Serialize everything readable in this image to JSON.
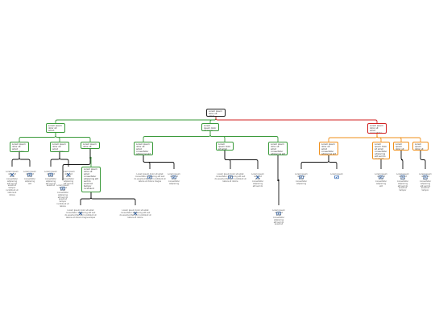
{
  "colors": {
    "root": "#222222",
    "green": "#3a9a3a",
    "red": "#d02020",
    "orange": "#ef8f1a",
    "dark": "#111111",
    "icon": "#2a63b0"
  },
  "tree": {
    "root": {
      "label": "Lorem ipsum dolor sit amet consectetur",
      "color": "root",
      "icon": "note-icon"
    },
    "branches": [
      {
        "id": "b1",
        "label": "Lorem ipsum dolor sit amet, consectetur adipiscing elit",
        "color": "green"
      },
      {
        "id": "b2",
        "label": "Lorem ipsum dolor sit amet consectetur",
        "color": "green"
      },
      {
        "id": "b3",
        "label": "Lorem ipsum dolor sit amet consectetur adipiscing elit sed do",
        "color": "red"
      }
    ],
    "subnodes": [
      {
        "id": "s1",
        "parent": "b1",
        "label": "Lorem ipsum dolor sit amet consectetur adipiscing",
        "color": "green"
      },
      {
        "id": "s2",
        "parent": "b1",
        "label": "Lorem ipsum dolor sit amet consectetur adipiscing elit sed",
        "color": "green"
      },
      {
        "id": "s3",
        "parent": "b1",
        "label": "Lorem ipsum dolor sit amet",
        "color": "green"
      },
      {
        "id": "s4",
        "parent": "b2",
        "label": "Lorem ipsum dolor sit amet consectetur adipiscing elit sed do eiusmod",
        "color": "green"
      },
      {
        "id": "s5",
        "parent": "b2",
        "label": "Lorem ipsum dolor sit amet consectetur adipiscing",
        "color": "green"
      },
      {
        "id": "s6",
        "parent": "b2",
        "label": "Lorem ipsum dolor sit amet consectetur adipiscing elit sed do eiusmod tempor",
        "color": "green"
      },
      {
        "id": "s7",
        "parent": "b3",
        "label": "Lorem ipsum dolor sit amet consectetur adipiscing elit sed do eiusmod tempor",
        "color": "orange"
      },
      {
        "id": "s8",
        "parent": "b3",
        "label": "Lorem ipsum dolor sit amet consectetur adipiscing elit sed do eiusmod tempor incididunt ut labore",
        "color": "orange"
      },
      {
        "id": "s9",
        "parent": "b3",
        "label": "Lorem ipsum dolor sit amet consectetur",
        "color": "orange"
      },
      {
        "id": "s10",
        "parent": "b3",
        "label": "Lorem ipsum dolor sit amet consectetur",
        "color": "orange"
      },
      {
        "id": "t1",
        "parent": "s3",
        "label": "Lorem ipsum dolor sit amet consectetur adipiscing elit sed do eiusmod tempor incididunt",
        "color": "green"
      }
    ],
    "leaves": [
      {
        "id": "l1",
        "parent": "s1",
        "icon": "close-icon",
        "label": "Lorem ipsum dolor sit amet consectetur adipiscing elit sed do eiusmod tempor incididunt ut labore et dolore"
      },
      {
        "id": "l2",
        "parent": "s1",
        "icon": "check-icon",
        "label": "Lorem ipsum dolor sit amet consectetur adipiscing elit"
      },
      {
        "id": "l3",
        "parent": "s2",
        "icon": "check-icon",
        "label": "Lorem ipsum dolor sit amet consectetur adipiscing elit sed do eiusmod"
      },
      {
        "id": "l4",
        "parent": "s2",
        "icon": "close-icon",
        "label": "Lorem ipsum dolor sit amet consectetur adipiscing elit sed do"
      },
      {
        "id": "l5",
        "parent": "s3",
        "icon": "check-icon",
        "label": "Lorem ipsum dolor sit amet consectetur adipiscing elit sed do eiusmod tempor incididunt ut labore"
      },
      {
        "id": "l6",
        "parent": "t1",
        "icon": "close-icon",
        "label": "Lorem ipsum dolor sit amet consectetur adipiscing elit sed do eiusmod tempor incididunt ut labore et dolore magna aliqua"
      },
      {
        "id": "l7",
        "parent": "t1",
        "icon": "close-icon",
        "label": "Lorem ipsum dolor sit amet consectetur adipiscing elit sed do eiusmod tempor incididunt ut labore et dolore"
      },
      {
        "id": "l8",
        "parent": "s4",
        "icon": "check-icon",
        "label": "Lorem ipsum dolor sit amet consectetur adipiscing elit sed do eiusmod tempor incididunt ut labore et dolore magna"
      },
      {
        "id": "l9",
        "parent": "s4",
        "icon": "check-icon",
        "label": "Lorem ipsum dolor sit amet consectetur adipiscing"
      },
      {
        "id": "l10",
        "parent": "s5",
        "icon": "check-icon",
        "label": "Lorem ipsum dolor sit amet consectetur adipiscing elit sed do eiusmod tempor incididunt ut labore et dolore"
      },
      {
        "id": "l11",
        "parent": "s5",
        "icon": "close-icon",
        "label": "Lorem ipsum dolor sit amet consectetur adipiscing elit sed do"
      },
      {
        "id": "l12",
        "parent": "s6",
        "icon": "check-icon",
        "label": "Lorem ipsum dolor sit amet consectetur adipiscing elit sed do eiusmod"
      },
      {
        "id": "l13",
        "parent": "s7",
        "icon": "check-icon",
        "label": "Lorem ipsum dolor sit amet consectetur adipiscing"
      },
      {
        "id": "l14",
        "parent": "s7",
        "icon": "check-icon",
        "label": "Lorem ipsum"
      },
      {
        "id": "l15",
        "parent": "s8",
        "icon": "check-icon",
        "label": "Lorem ipsum dolor sit amet consectetur adipiscing elit"
      },
      {
        "id": "l16",
        "parent": "s9",
        "icon": "note-icon",
        "label": "Lorem ipsum dolor sit amet consectetur adipiscing elit sed do eiusmod tempor"
      },
      {
        "id": "l17",
        "parent": "s10",
        "icon": "note-icon",
        "label": "Lorem ipsum dolor sit amet consectetur adipiscing elit sed do eiusmod tempor"
      }
    ]
  }
}
